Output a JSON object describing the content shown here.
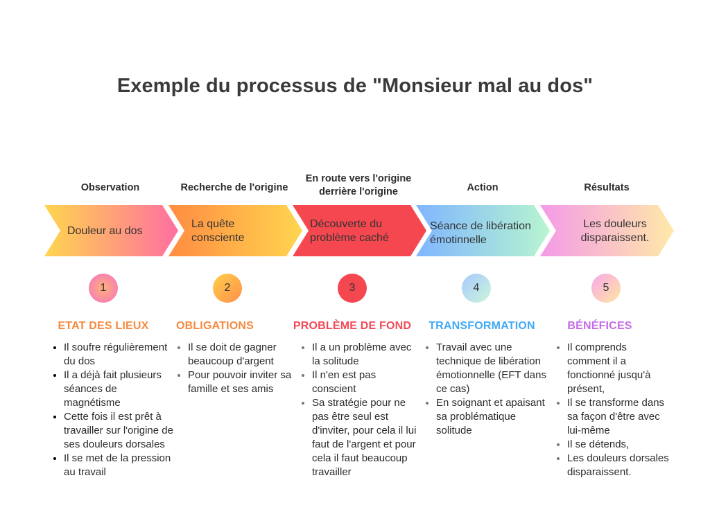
{
  "title": "Exemple du processus de \"Monsieur mal au dos\"",
  "stages": [
    {
      "label": "Observation",
      "chevron_text": "Douleur au dos",
      "number": "1",
      "category": "ETAT DES LIEUX",
      "category_color": "#f58a3f",
      "gradient": [
        "#ffd54f",
        "#ff6fa0"
      ],
      "bullets": [
        "Il soufre régulièrement du dos",
        "Il a déjà fait plusieurs séances de magnétisme",
        "Cette fois il est prêt à travailler sur l'origine de ses douleurs dorsales",
        "Il se met de la pression au travail"
      ]
    },
    {
      "label": "Recherche de l'origine",
      "chevron_text": "La quête consciente",
      "number": "2",
      "category": "OBLIGATIONS",
      "category_color": "#f58a3f",
      "gradient": [
        "#ff8c42",
        "#ffd54f"
      ],
      "bullets": [
        "Il se doit de gagner beaucoup d'argent",
        "Pour pouvoir inviter sa famille et ses amis"
      ]
    },
    {
      "label": "En route vers l'origine derrière l'origine",
      "chevron_text": "Découverte du problème caché",
      "number": "3",
      "category": "PROBLÈME DE FOND",
      "category_color": "#f14a55",
      "gradient": [
        "#f4474f",
        "#f4474f"
      ],
      "bullets": [
        "Il a un problème avec la solitude",
        "Il n'en est pas conscient",
        "Sa stratégie pour ne pas être seul est d'inviter, pour cela il lui faut de l'argent et pour cela il faut beaucoup travailler"
      ]
    },
    {
      "label": "Action",
      "chevron_text": "Séance de libération émotinnelle",
      "number": "4",
      "category": "TRANSFORMATION",
      "category_color": "#3fa9f5",
      "gradient": [
        "#7fb6ff",
        "#b8f5d0"
      ],
      "bullets": [
        "Travail avec une technique de libération émotionnelle (EFT dans ce cas)",
        "En soignant et apaisant sa problématique solitude"
      ]
    },
    {
      "label": "Résultats",
      "chevron_text": "Les douleurs disparaissent.",
      "number": "5",
      "category": "BÉNÉFICES",
      "category_color": "#c46be8",
      "gradient": [
        "#f49ae8",
        "#ffe9a8"
      ],
      "bullets": [
        "Il comprends comment il a fonctionné jusqu'à présent,",
        "Il se transforme dans sa façon d'être avec lui-même",
        "Il se détends,",
        "Les douleurs dorsales disparaissent."
      ]
    }
  ]
}
